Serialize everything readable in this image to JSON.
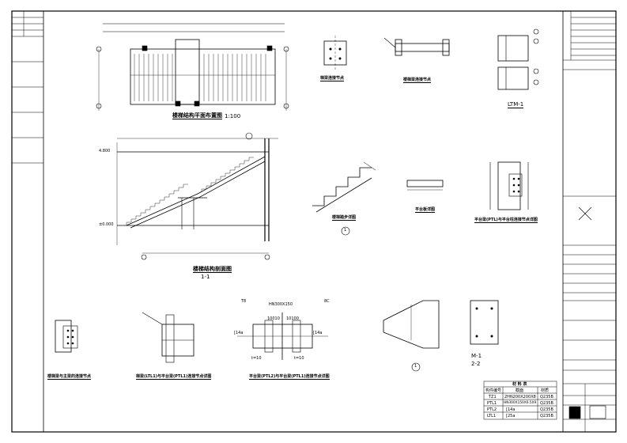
{
  "drawing": {
    "views": {
      "plan_title": "楼梯结构平面布置图",
      "plan_scale": "1:100",
      "section_title": "楼梯结构剖面图",
      "section_mark": "1-1",
      "node1_title": "梯梁连接节点",
      "node2_title": "楼梯梁连接节点",
      "ltm_label": "LTM-1",
      "step_title": "楼梯踏步详图",
      "step_mark": "1",
      "platform_title": "平台板详图",
      "ptl_col_title": "平台梁(PTL)与平台柱连接节点详图",
      "base_title": "楼梯梁与主梁的连接节点",
      "ltl_ptl_title": "梯梁(LTL1)与平台梁(PTL1)连接节点详图",
      "ptl2_ptl1_title": "平台梁(PTL2)与平台梁(PTL1)连接节点详图",
      "mark_1_bottom": "1",
      "m1_label": "M-1",
      "m1_sub": "2-2"
    },
    "annotations": {
      "hn_label": "HN300X150",
      "t8": "T8",
      "c14a_left": "[14a",
      "c14a_right": "[14a",
      "bc": "8C",
      "t10_left": "t=10",
      "t10_right": "t=10",
      "dim_1": "10010",
      "dim_2": "10100",
      "elev": "4.800",
      "elev0": "±0.000"
    },
    "material_table": {
      "title": "材 料 表",
      "headers": [
        "构件编号",
        "截面",
        "材质"
      ],
      "rows": [
        [
          "TZ1",
          "2HN200X200X8",
          "Q235B"
        ],
        [
          "PTL1",
          "HN300X150X6.5X9",
          "Q235B"
        ],
        [
          "PTL2",
          "[14a",
          "Q235B"
        ],
        [
          "LTL1",
          "[25a",
          "Q235B"
        ]
      ]
    }
  }
}
